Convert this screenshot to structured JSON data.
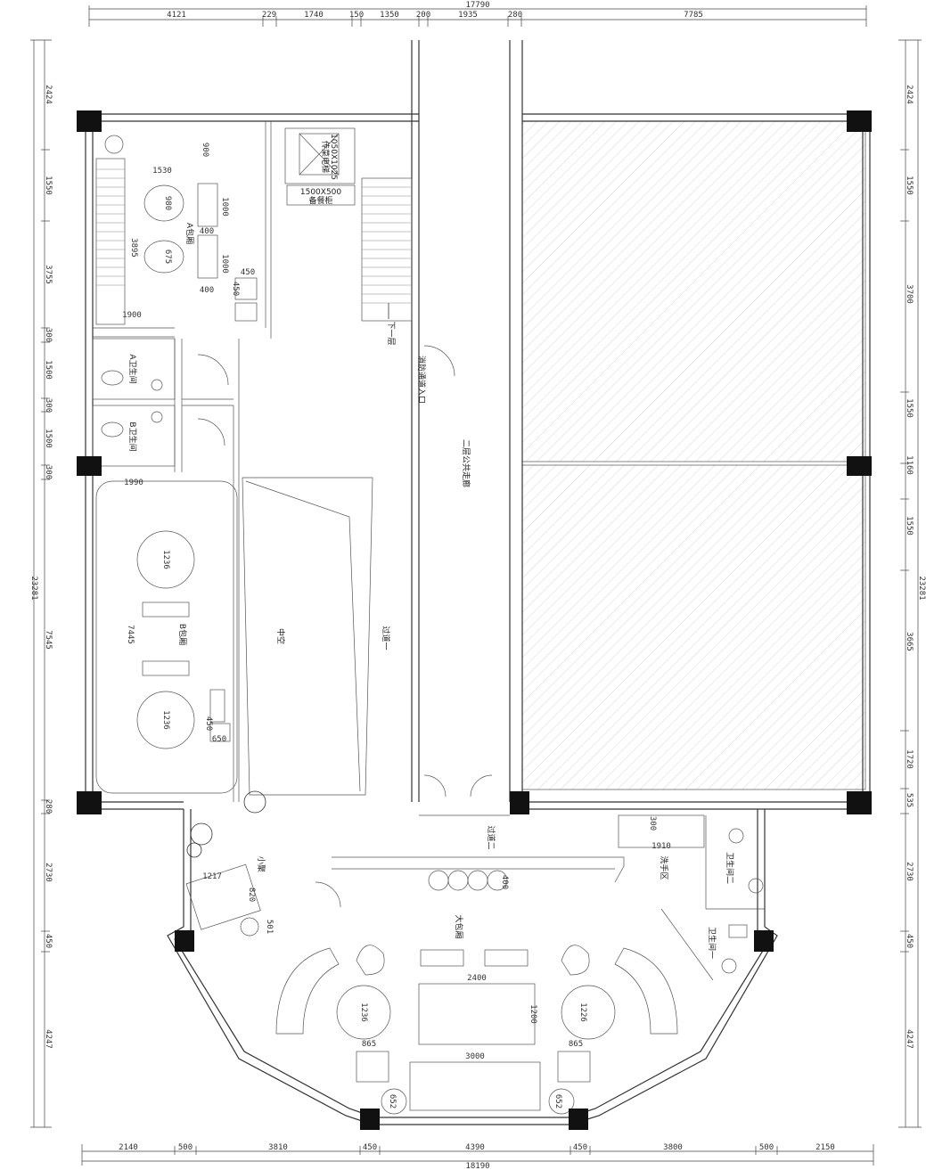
{
  "top_dimensions": {
    "overall": "17790",
    "segments": [
      "4121",
      "229",
      "1740",
      "150",
      "1350",
      "200",
      "1935",
      "280",
      "7785"
    ]
  },
  "bottom_dimensions": {
    "overall": "18190",
    "segments": [
      "2140",
      "500",
      "3810",
      "450",
      "4390",
      "450",
      "3800",
      "500",
      "2150"
    ]
  },
  "left_dimensions": {
    "overall": "23281",
    "segments": [
      "2424",
      "1550",
      "3755",
      "300",
      "1500",
      "300",
      "1500",
      "300",
      "7545",
      "280",
      "2730",
      "450",
      "4247"
    ]
  },
  "right_dimensions": {
    "overall": "23281",
    "segments": [
      "2424",
      "1550",
      "3700",
      "1550",
      "1160",
      "1550",
      "3665",
      "1720",
      "535",
      "2730",
      "450",
      "4247"
    ]
  },
  "room_labels": {
    "room_a": "A包厢",
    "room_b": "B包厢",
    "wc_a": "A卫生间",
    "wc_b": "B卫生间",
    "atrium": "中空",
    "corridor_1": "过道一",
    "corridor_2": "过道二",
    "public_corridor": "二层公共走廊",
    "fire_exit": "消防通道入口",
    "down_stair": "下一层",
    "banquet": "大包厢",
    "lounge": "小聚",
    "wash_area": "洗手区",
    "wc_1": "卫生间一",
    "wc_2": "卫生间二",
    "elevator": "传菜电梯",
    "elevator_size": "1050X1025",
    "prep_table": "备餐柜",
    "prep_size": "1500X500"
  },
  "inner_dimensions": {
    "d900": "900",
    "d1530": "1530",
    "table_a1": "980",
    "table_a2": "675",
    "d1000a": "1000",
    "d400a": "400",
    "d1000b": "1000",
    "d400b": "400",
    "d450a": "450",
    "d450b": "450",
    "d3895": "3895",
    "d1900": "1900",
    "d1990": "1990",
    "table_b1": "1236",
    "d7445": "7445",
    "table_b2": "1236",
    "d450c": "450",
    "d650": "650",
    "d1217": "1217",
    "d820": "820",
    "d501": "501",
    "d400c": "400",
    "d2400": "2400",
    "d1200": "1200",
    "table_big_l": "1236",
    "table_big_r": "1226",
    "d865l": "865",
    "d865r": "865",
    "d3000": "3000",
    "d652l": "652",
    "d652r": "652",
    "d1910": "1910",
    "d300": "300"
  }
}
